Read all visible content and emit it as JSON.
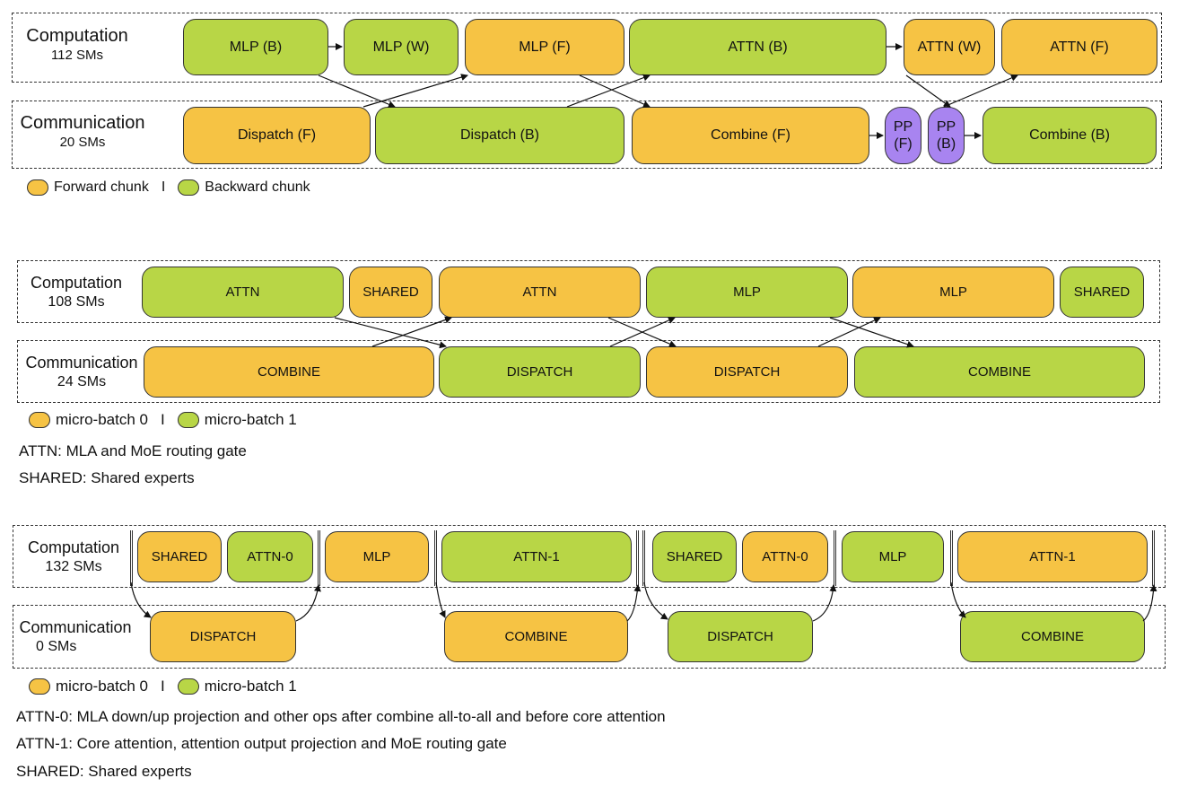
{
  "diagram1": {
    "computation": {
      "title": "Computation",
      "sms": "112 SMs"
    },
    "communication": {
      "title": "Communication",
      "sms": "20 SMs"
    },
    "comp_blocks": [
      "MLP (B)",
      "MLP (W)",
      "MLP (F)",
      "ATTN (B)",
      "ATTN (W)",
      "ATTN (F)"
    ],
    "comm_blocks": [
      "Dispatch (F)",
      "Dispatch (B)",
      "Combine (F)",
      "Combine (B)"
    ],
    "pp_blocks": [
      {
        "a": "PP",
        "b": "(F)"
      },
      {
        "a": "PP",
        "b": "(B)"
      }
    ],
    "legend": {
      "forward": "Forward chunk",
      "separator": "I",
      "backward": "Backward chunk"
    }
  },
  "diagram2": {
    "computation": {
      "title": "Computation",
      "sms": "108 SMs"
    },
    "communication": {
      "title": "Communication",
      "sms": "24 SMs"
    },
    "comp_blocks": [
      "ATTN",
      "SHARED",
      "ATTN",
      "MLP",
      "MLP",
      "SHARED"
    ],
    "comm_blocks": [
      "COMBINE",
      "DISPATCH",
      "DISPATCH",
      "COMBINE"
    ],
    "legend": {
      "mb0": "micro-batch 0",
      "separator": "I",
      "mb1": "micro-batch 1"
    },
    "notes": [
      "ATTN: MLA and MoE routing gate",
      "SHARED: Shared experts"
    ]
  },
  "diagram3": {
    "computation": {
      "title": "Computation",
      "sms": "132 SMs"
    },
    "communication": {
      "title": "Communication",
      "sms": "0 SMs"
    },
    "comp_blocks": [
      "SHARED",
      "ATTN-0",
      "MLP",
      "ATTN-1",
      "SHARED",
      "ATTN-0",
      "MLP",
      "ATTN-1"
    ],
    "comm_blocks": [
      "DISPATCH",
      "COMBINE",
      "DISPATCH",
      "COMBINE"
    ],
    "legend": {
      "mb0": "micro-batch 0",
      "separator": "I",
      "mb1": "micro-batch 1"
    },
    "notes": [
      "ATTN-0: MLA down/up projection and other ops after combine all-to-all and before core attention",
      "ATTN-1: Core attention, attention output projection and MoE routing gate",
      "SHARED: Shared experts"
    ]
  },
  "colors": {
    "forward": "#f6c344",
    "backward": "#b8d646",
    "pp": "#a884f0",
    "border": "#333333"
  }
}
